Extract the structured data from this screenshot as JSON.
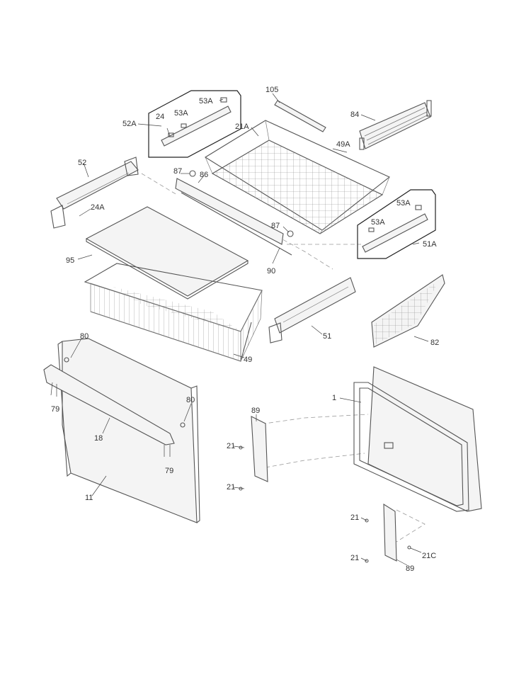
{
  "callouts": {
    "c105": "105",
    "c53A_top": "53A",
    "c53A_mid": "53A",
    "c24": "24",
    "c52A": "52A",
    "c21A": "21A",
    "c84": "84",
    "c49A": "49A",
    "c52": "52",
    "c87_a": "87",
    "c86": "86",
    "c24A": "24A",
    "c53A_r1": "53A",
    "c53A_r2": "53A",
    "c87_b": "87",
    "c51A": "51A",
    "c95": "95",
    "c90": "90",
    "c51": "51",
    "c82": "82",
    "c49": "49",
    "c80_a": "80",
    "c79_a": "79",
    "c18": "18",
    "c80_b": "80",
    "c79_b": "79",
    "c11": "11",
    "c1": "1",
    "c89_a": "89",
    "c21_a": "21",
    "c21_b": "21",
    "c21_c": "21",
    "c21_d": "21",
    "c21C": "21C",
    "c89_b": "89"
  }
}
